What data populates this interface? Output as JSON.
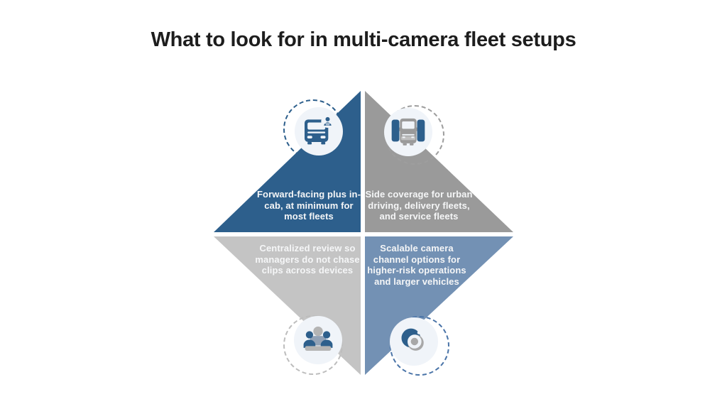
{
  "title": "What to look for in multi-camera fleet setups",
  "colors": {
    "background": "#ffffff",
    "title_text": "#1d1d1d",
    "label_text": "#f5f6f7",
    "icon_medallion_bg": "#f0f4f9",
    "accent_dark_blue": "#2d5f8c",
    "accent_steel_blue": "#7391b4",
    "accent_gray": "#9a9a9a",
    "accent_light_gray": "#c4c4c4"
  },
  "quadrants": [
    {
      "position": "top-left",
      "text": "Forward-facing plus in-cab, at minimum for most fleets",
      "lines": [
        "Forward-facing plus in-",
        "cab, at minimum for",
        "most fleets"
      ],
      "icon": "truck-cab-driver-icon",
      "color": "#2d5f8c",
      "ring_color": "#2d5f8c"
    },
    {
      "position": "top-right",
      "text": "Side coverage for urban driving, delivery fleets, and service fleets",
      "lines": [
        "Side coverage for urban",
        "driving, delivery fleets,",
        "and service fleets"
      ],
      "icon": "van-open-doors-icon",
      "color": "#9a9a9a",
      "ring_color": "#9e9e9e"
    },
    {
      "position": "bottom-left",
      "text": "Centralized review so managers do not chase clips across devices",
      "lines": [
        "Centralized review so",
        "managers do not chase",
        "clips across devices"
      ],
      "icon": "people-group-icon",
      "color": "#c4c4c4",
      "ring_color": "#bdbdbd"
    },
    {
      "position": "bottom-right",
      "text": "Scalable camera channel options for higher-risk operations and larger vehicles",
      "lines": [
        "Scalable camera",
        "channel options for",
        "higher-risk operations",
        "and larger vehicles"
      ],
      "icon": "camera-lens-icon",
      "color": "#7391b4",
      "ring_color": "#4a74a8"
    }
  ]
}
